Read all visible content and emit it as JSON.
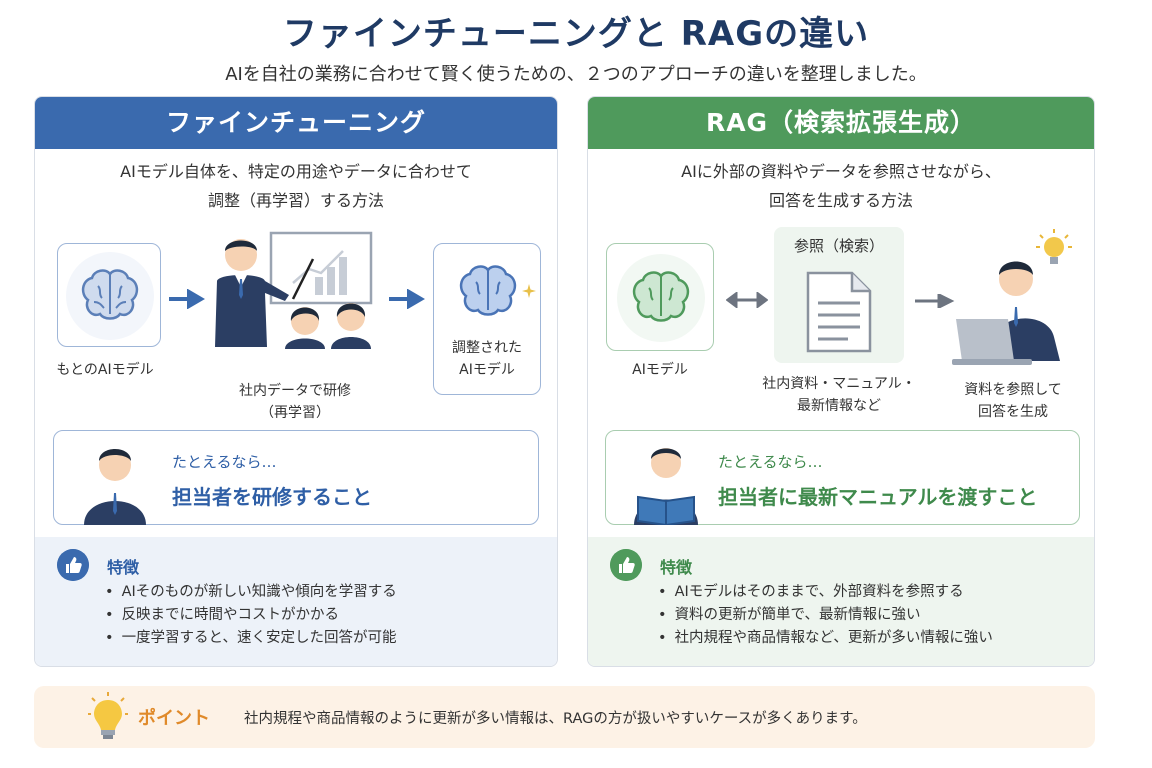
{
  "title": "ファインチューニングと RAGの違い",
  "subtitle": "AIを自社の業務に合わせて賢く使うための、２つのアプローチの違いを整理しました。",
  "left": {
    "header": "ファインチューニング",
    "desc_line1": "AIモデル自体を、特定の用途やデータに合わせて",
    "desc_line2": "調整（再学習）する方法",
    "step1_caption": "もとのAIモデル",
    "step2_caption_line1": "社内データで研修",
    "step2_caption_line2": "（再学習）",
    "step3_caption_line1": "調整された",
    "step3_caption_line2": "AIモデル",
    "analogy_small": "たとえるなら…",
    "analogy_big": "担当者を研修すること",
    "features_title": "特徴",
    "features": [
      "AIそのものが新しい知識や傾向を学習する",
      "反映までに時間やコストがかかる",
      "一度学習すると、速く安定した回答が可能"
    ]
  },
  "right": {
    "header": "RAG（検索拡張生成）",
    "desc_line1": "AIに外部の資料やデータを参照させながら、",
    "desc_line2": "回答を生成する方法",
    "step1_caption": "AIモデル",
    "ref_label": "参照（検索）",
    "step2_caption_line1": "社内資料・マニュアル・",
    "step2_caption_line2": "最新情報など",
    "step3_caption_line1": "資料を参照して",
    "step3_caption_line2": "回答を生成",
    "analogy_small": "たとえるなら…",
    "analogy_big": "担当者に最新マニュアルを渡すこと",
    "features_title": "特徴",
    "features": [
      "AIモデルはそのままで、外部資料を参照する",
      "資料の更新が簡単で、最新情報に強い",
      "社内規程や商品情報など、更新が多い情報に強い"
    ]
  },
  "point": {
    "label": "ポイント",
    "text": "社内規程や商品情報のように更新が多い情報は、RAGの方が扱いやすいケースが多くあります。"
  },
  "colors": {
    "blue": "#3a6aae",
    "green": "#4f9a5c",
    "title": "#1f3a64",
    "point": "#e08a2a"
  },
  "icons": [
    "brain-icon",
    "arrow-right-icon",
    "presenter-icon",
    "sparkle-icon",
    "double-arrow-icon",
    "document-icon",
    "lightbulb-icon",
    "laptop-worker-icon",
    "thumbs-up-icon",
    "person-icon",
    "book-icon"
  ]
}
